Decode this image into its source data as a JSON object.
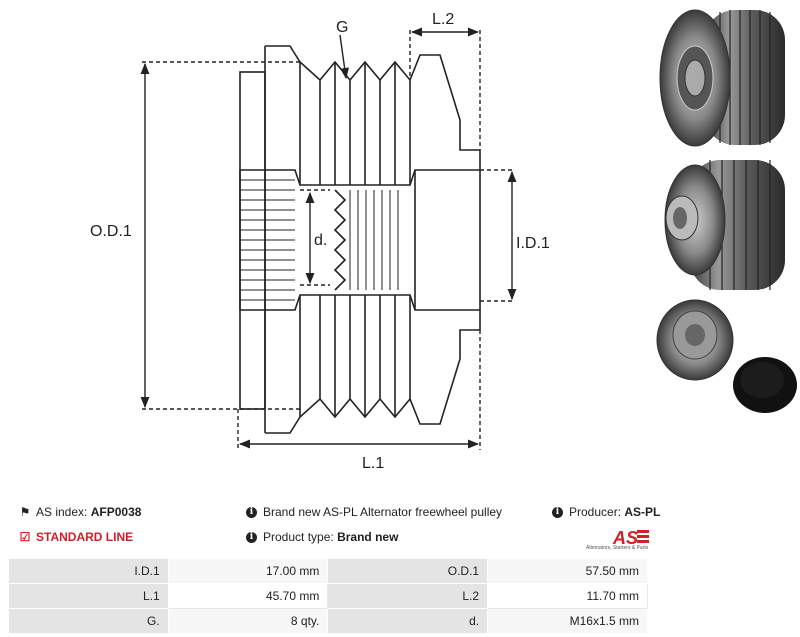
{
  "diagram": {
    "labels": {
      "g": "G",
      "l2": "L.2",
      "od1": "O.D.1",
      "d": "d.",
      "id1": "I.D.1",
      "l1": "L.1"
    }
  },
  "info": {
    "as_index_label": "AS index:",
    "as_index_value": "AFP0038",
    "standard_line": "STANDARD LINE",
    "description": "Brand new AS-PL Alternator freewheel pulley",
    "product_type_label": "Product type:",
    "product_type_value": "Brand new",
    "producer_label": "Producer:",
    "producer_value": "AS-PL",
    "logo_text": "AS",
    "logo_subtext": "Alternators, Starters & Parts"
  },
  "specs": [
    {
      "k1": "I.D.1",
      "v1": "17.00 mm",
      "k2": "O.D.1",
      "v2": "57.50 mm"
    },
    {
      "k1": "L.1",
      "v1": "45.70 mm",
      "k2": "L.2",
      "v2": "11.70 mm"
    },
    {
      "k1": "G.",
      "v1": "8 qty.",
      "k2": "d.",
      "v2": "M16x1.5 mm"
    }
  ]
}
